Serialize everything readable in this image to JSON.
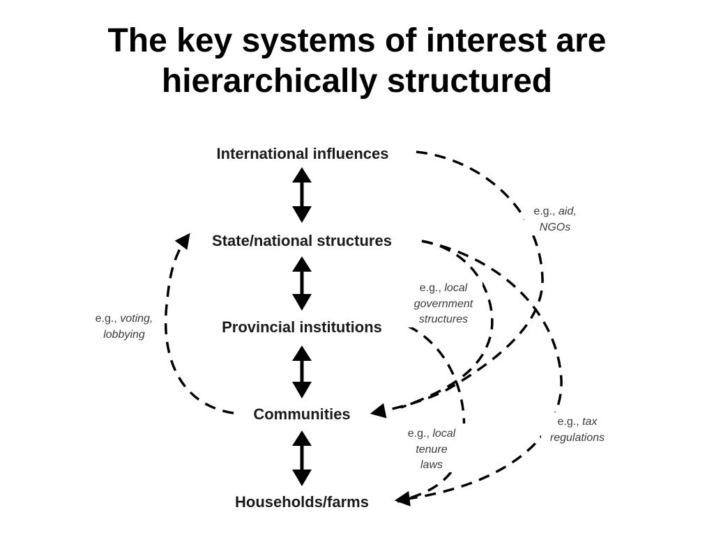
{
  "title": {
    "line1": "The key systems of interest are",
    "line2": "hierarchically structured"
  },
  "levels": {
    "international": "International influences",
    "state": "State/national structures",
    "provincial": "Provincial institutions",
    "communities": "Communities",
    "households": "Households/farms"
  },
  "annotations": {
    "aid": {
      "prefix": "e.g., ",
      "italic1": "aid,",
      "line2": "NGOs"
    },
    "voting": {
      "prefix": "e.g., ",
      "italic1": "voting,",
      "line2": "lobbying"
    },
    "local_gov": {
      "prefix": "e.g., ",
      "italic1": "local",
      "line2": "government",
      "line3": "structures"
    },
    "tenure": {
      "prefix": "e.g., ",
      "italic1": "local",
      "line2": "tenure",
      "line3": "laws"
    },
    "tax": {
      "prefix": "e.g., ",
      "italic1": "tax",
      "line2": "regulations"
    }
  }
}
